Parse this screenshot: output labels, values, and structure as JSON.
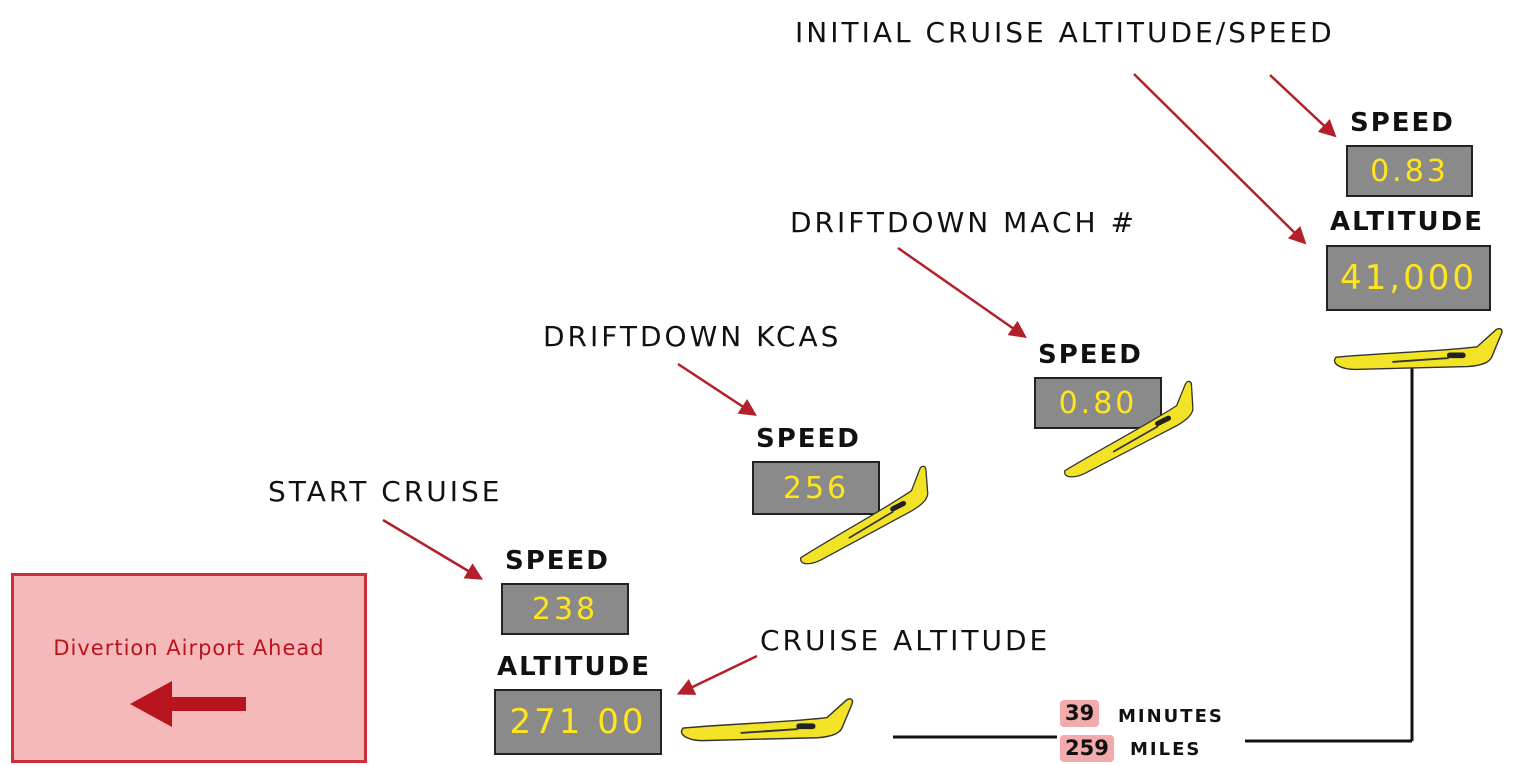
{
  "captions": {
    "initial_cruise": "Initial cruise altitude/speed",
    "driftdown_mach": "Driftdown Mach #",
    "driftdown_kcas": "Driftdown KCAS",
    "start_cruise": "Start Cruise",
    "cruise_altitude": "Cruise Altitude"
  },
  "labels": {
    "speed": "SPEED",
    "altitude": "ALTITUDE"
  },
  "values": {
    "initial_speed": "0.83",
    "initial_altitude": "41,000",
    "driftdown_mach": "0.80",
    "driftdown_kcas": "256",
    "start_speed": "238",
    "start_altitude": "271 00"
  },
  "diversion": {
    "text": "Divertion Airport Ahead"
  },
  "summary": {
    "minutes_value": "39",
    "minutes_label": "MINUTES",
    "miles_value": "259",
    "miles_label": "MILES"
  },
  "colors": {
    "arrow": "#b3202a",
    "display_bg": "#8a8a8a",
    "display_text": "#ffe51e",
    "plane": "#f2e326",
    "diversion_bg": "#f6b9b9"
  }
}
